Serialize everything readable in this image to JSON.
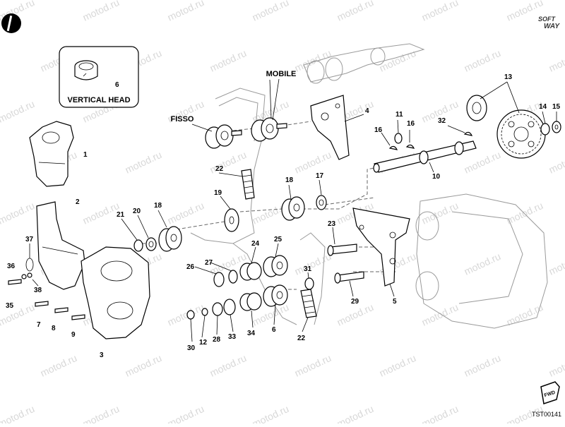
{
  "watermark": "motod.ru",
  "brand": {
    "line1": "SOFT",
    "line2": "WAY"
  },
  "drawing_code": "TST00141",
  "fwd_label": "FWD",
  "labels": {
    "vertical_head": "VERTICAL HEAD",
    "fisso": "FISSO",
    "mobile": "MOBILE"
  },
  "callouts": [
    "1",
    "2",
    "3",
    "4",
    "5",
    "6",
    "6",
    "7",
    "8",
    "9",
    "10",
    "11",
    "12",
    "13",
    "14",
    "15",
    "16",
    "16",
    "17",
    "18",
    "18",
    "19",
    "20",
    "21",
    "22",
    "22",
    "23",
    "24",
    "25",
    "26",
    "27",
    "28",
    "29",
    "30",
    "31",
    "32",
    "33",
    "34",
    "35",
    "36",
    "37",
    "38"
  ]
}
